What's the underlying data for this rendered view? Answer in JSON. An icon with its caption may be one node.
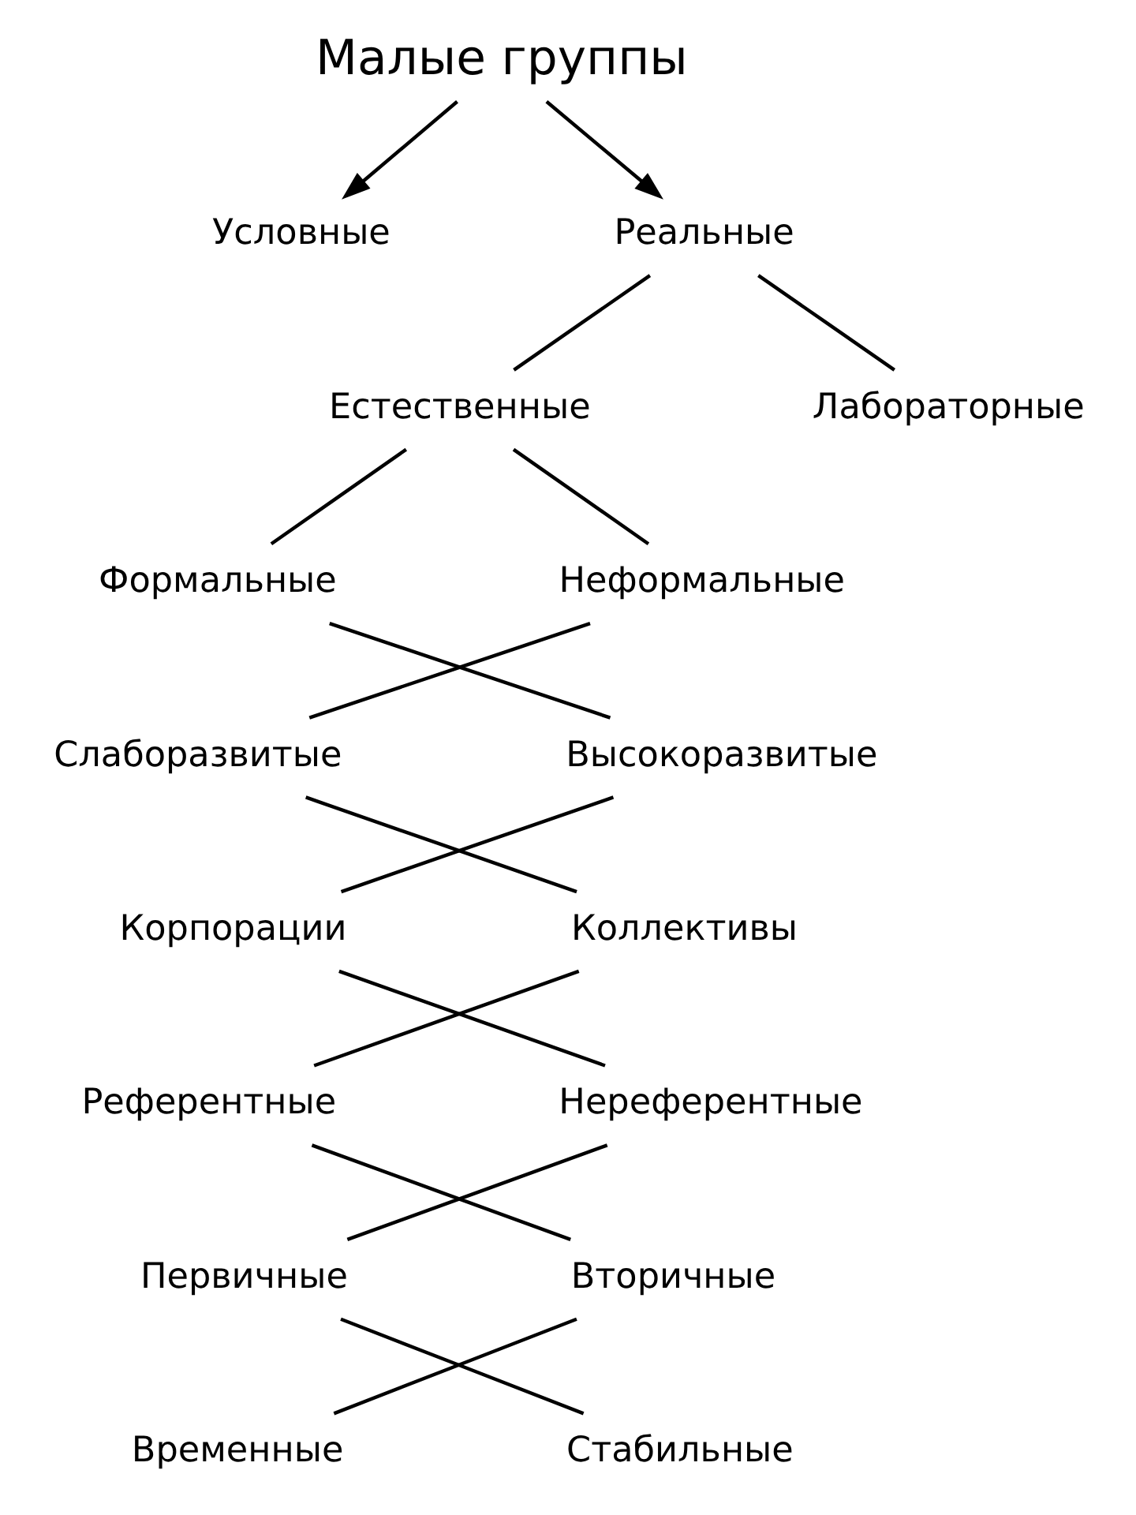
{
  "diagram": {
    "nodes": [
      {
        "text": [
          "Малые группы"
        ]
      },
      {
        "text": [
          "Условные"
        ]
      },
      {
        "text": [
          "Реальные"
        ]
      },
      {
        "text": [
          "Естественные"
        ]
      },
      {
        "text": [
          "Лабораторные"
        ]
      },
      {
        "text": [
          "Формальные"
        ]
      },
      {
        "text": [
          "Неформальные"
        ]
      },
      {
        "text": [
          "Слаборазвитые"
        ]
      },
      {
        "text": [
          "Высокоразвитые"
        ]
      },
      {
        "text": [
          "Корпорации"
        ]
      },
      {
        "text": [
          "Коллективы"
        ]
      },
      {
        "text": [
          "Референтные"
        ]
      },
      {
        "text": [
          "Нереферентные"
        ]
      },
      {
        "text": [
          "Первичные"
        ]
      },
      {
        "text": [
          "Вторичные"
        ]
      },
      {
        "text": [
          "Временные"
        ]
      },
      {
        "text": [
          "Стабильные"
        ]
      }
    ],
    "edges": [
      {
        "from": 0,
        "to": 1,
        "arrow": "to"
      },
      {
        "from": 0,
        "to": 2,
        "arrow": "to"
      },
      {
        "from": 2,
        "to": 3,
        "arrow": "none"
      },
      {
        "from": 2,
        "to": 4,
        "arrow": "none"
      },
      {
        "from": 3,
        "to": 5,
        "arrow": "none"
      },
      {
        "from": 3,
        "to": 6,
        "arrow": "none"
      },
      {
        "from": 5,
        "to": 8,
        "arrow": "none"
      },
      {
        "from": 6,
        "to": 7,
        "arrow": "none"
      },
      {
        "from": 7,
        "to": 10,
        "arrow": "none"
      },
      {
        "from": 8,
        "to": 9,
        "arrow": "none"
      },
      {
        "from": 9,
        "to": 12,
        "arrow": "none"
      },
      {
        "from": 10,
        "to": 11,
        "arrow": "none"
      },
      {
        "from": 11,
        "to": 14,
        "arrow": "none"
      },
      {
        "from": 12,
        "to": 13,
        "arrow": "none"
      },
      {
        "from": 13,
        "to": 16,
        "arrow": "none"
      },
      {
        "from": 14,
        "to": 15,
        "arrow": "none"
      }
    ]
  }
}
